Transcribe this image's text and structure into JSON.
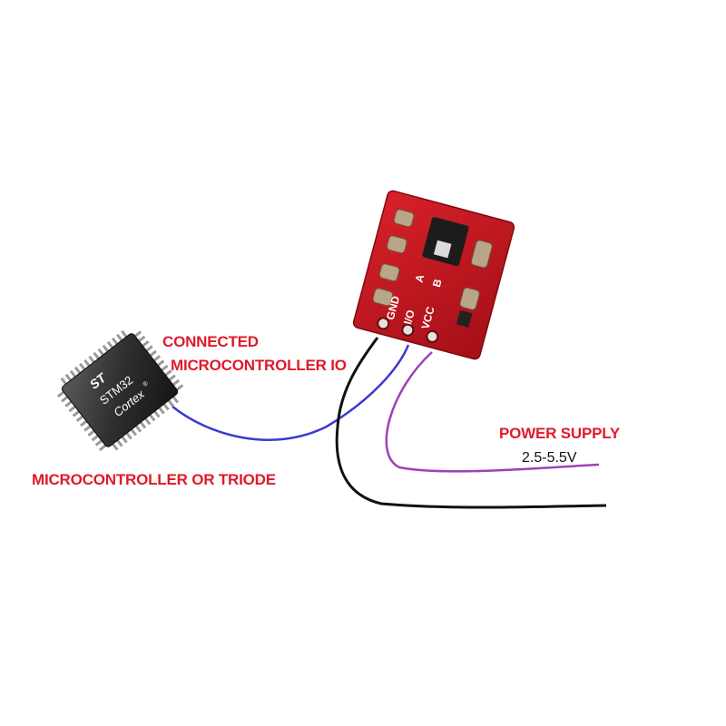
{
  "labels": {
    "connected_line1": "CONNECTED",
    "connected_line2": "MICROCONTROLLER IO",
    "mcu": "MICROCONTROLLER OR TRIODE",
    "power": "POWER SUPPLY",
    "voltage": "2.5-5.5V"
  },
  "chip": {
    "brand": "ST",
    "model": "STM32",
    "core": "Cortex",
    "reg_mark": "®"
  },
  "board": {
    "pins": [
      "GND",
      "I/O",
      "VCC"
    ],
    "pad_labels": [
      "A",
      "B"
    ]
  },
  "colors": {
    "label_red": "#e0192b",
    "board_red": "#c8141c",
    "io_wire": "#3a3ad0",
    "vcc_wire": "#a040b8",
    "gnd_wire": "#111111"
  }
}
